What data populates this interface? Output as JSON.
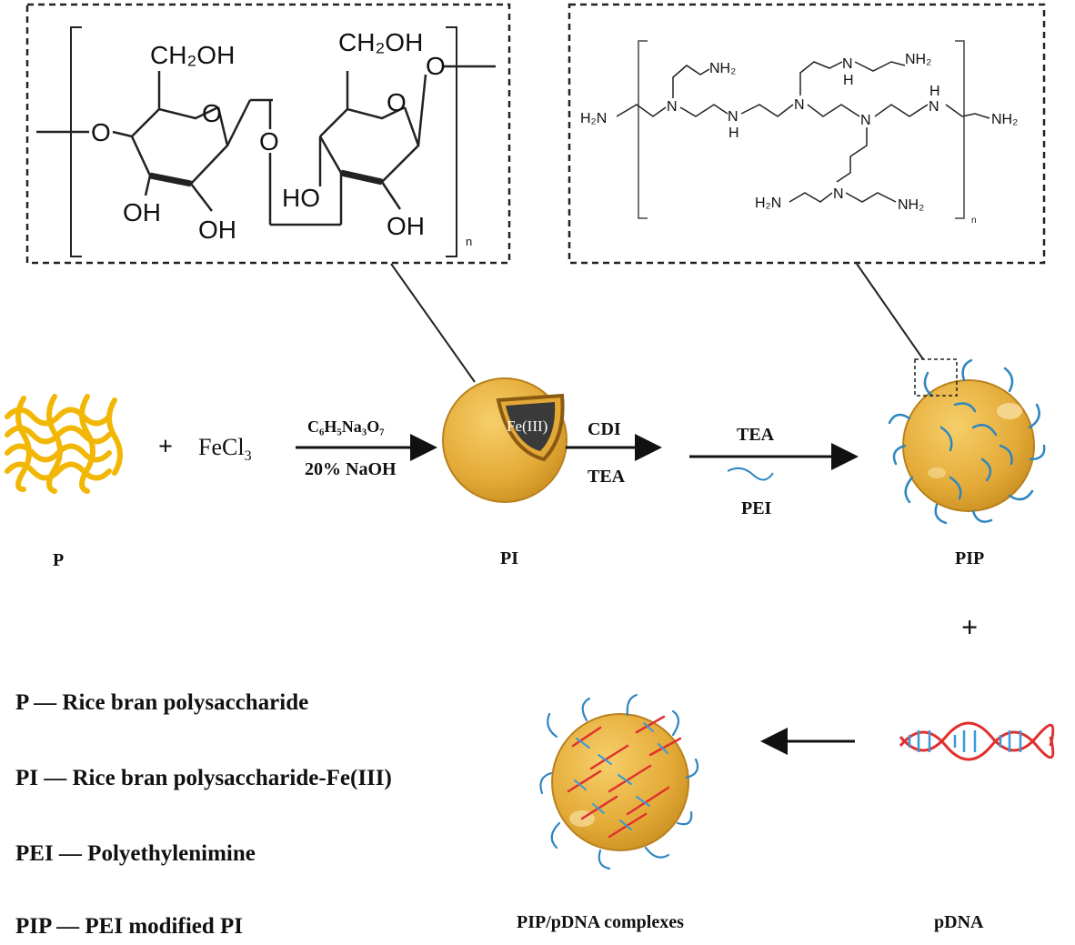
{
  "structures": {
    "polysaccharide": {
      "ch2oh_left": "CH₂OH",
      "ch2oh_right": "CH₂OH",
      "o_link_left": "O",
      "o_ring_left": "O",
      "o_bridge": "O",
      "o_ring_right": "O",
      "o_link_right": "O",
      "oh_1": "OH",
      "oh_2": "OH",
      "ho_3": "HO",
      "oh_4": "OH",
      "n_subscript": "n"
    },
    "pei": {
      "h2n_left": "H₂N",
      "nh2_top1": "NH₂",
      "n_1": "N",
      "nh_1": "N",
      "h_1": "H",
      "n_2": "N",
      "nh_2": "N",
      "h_2": "H",
      "nh2_top2": "NH₂",
      "n_3": "N",
      "nh_3": "N",
      "h_3": "H",
      "nh2_right": "NH₂",
      "h2n_bottom": "H₂N",
      "n_4": "N",
      "nh2_bottom": "NH₂",
      "n_subscript": "n"
    }
  },
  "scheme": {
    "plus_1": "+",
    "fecl3_main": "FeCl",
    "fecl3_sub": "3",
    "reagent_top": "C₆H₅Na₃O₇",
    "reagent_bottom": "20% NaOH",
    "core_label": "Fe(III)",
    "cdi": "CDI",
    "tea_1": "TEA",
    "tea_2": "TEA",
    "pei_label": "PEI",
    "label_p": "P",
    "label_pi": "PI",
    "label_pip": "PIP",
    "plus_2": "+",
    "label_complex": "PIP/pDNA complexes",
    "label_pdna": "pDNA"
  },
  "legend": [
    {
      "text": "P — Rice bran polysaccharide"
    },
    {
      "text": "PI — Rice bran polysaccharide-Fe(III)"
    },
    {
      "text": "PEI — Polyethylenimine"
    },
    {
      "text": "PIP — PEI modified PI"
    }
  ],
  "colors": {
    "sphere": "#E8B33C",
    "sphere_dark": "#C98F22",
    "polymer_yellow": "#F2B705",
    "pei_strand": "#2E86C1",
    "dna_red": "#E0302E",
    "dna_blue": "#3A9AD9",
    "core": "#3A3A3A"
  }
}
